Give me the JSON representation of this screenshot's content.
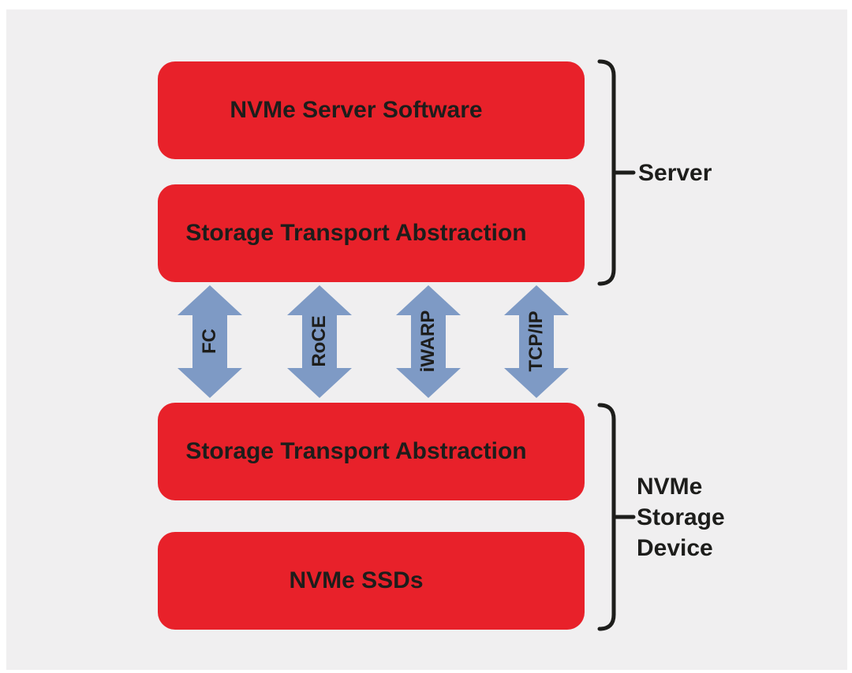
{
  "boxes": [
    {
      "label": "NVMe Server Software"
    },
    {
      "label": "Storage Transport Abstraction"
    },
    {
      "label": "Storage Transport Abstraction"
    },
    {
      "label": "NVMe SSDs"
    }
  ],
  "transports": [
    {
      "label": "FC"
    },
    {
      "label": "RoCE"
    },
    {
      "label": "iWARP"
    },
    {
      "label": "TCP/IP"
    }
  ],
  "groups": [
    {
      "label": "Server"
    },
    {
      "label": "NVMe Storage Device"
    }
  ],
  "colors": {
    "box_red": "#e8212a",
    "arrow_blue": "#7e9ac5",
    "line_black": "#1d1d1b",
    "canvas_bg": "#f0eff0",
    "page_bg": "#ffffff"
  }
}
